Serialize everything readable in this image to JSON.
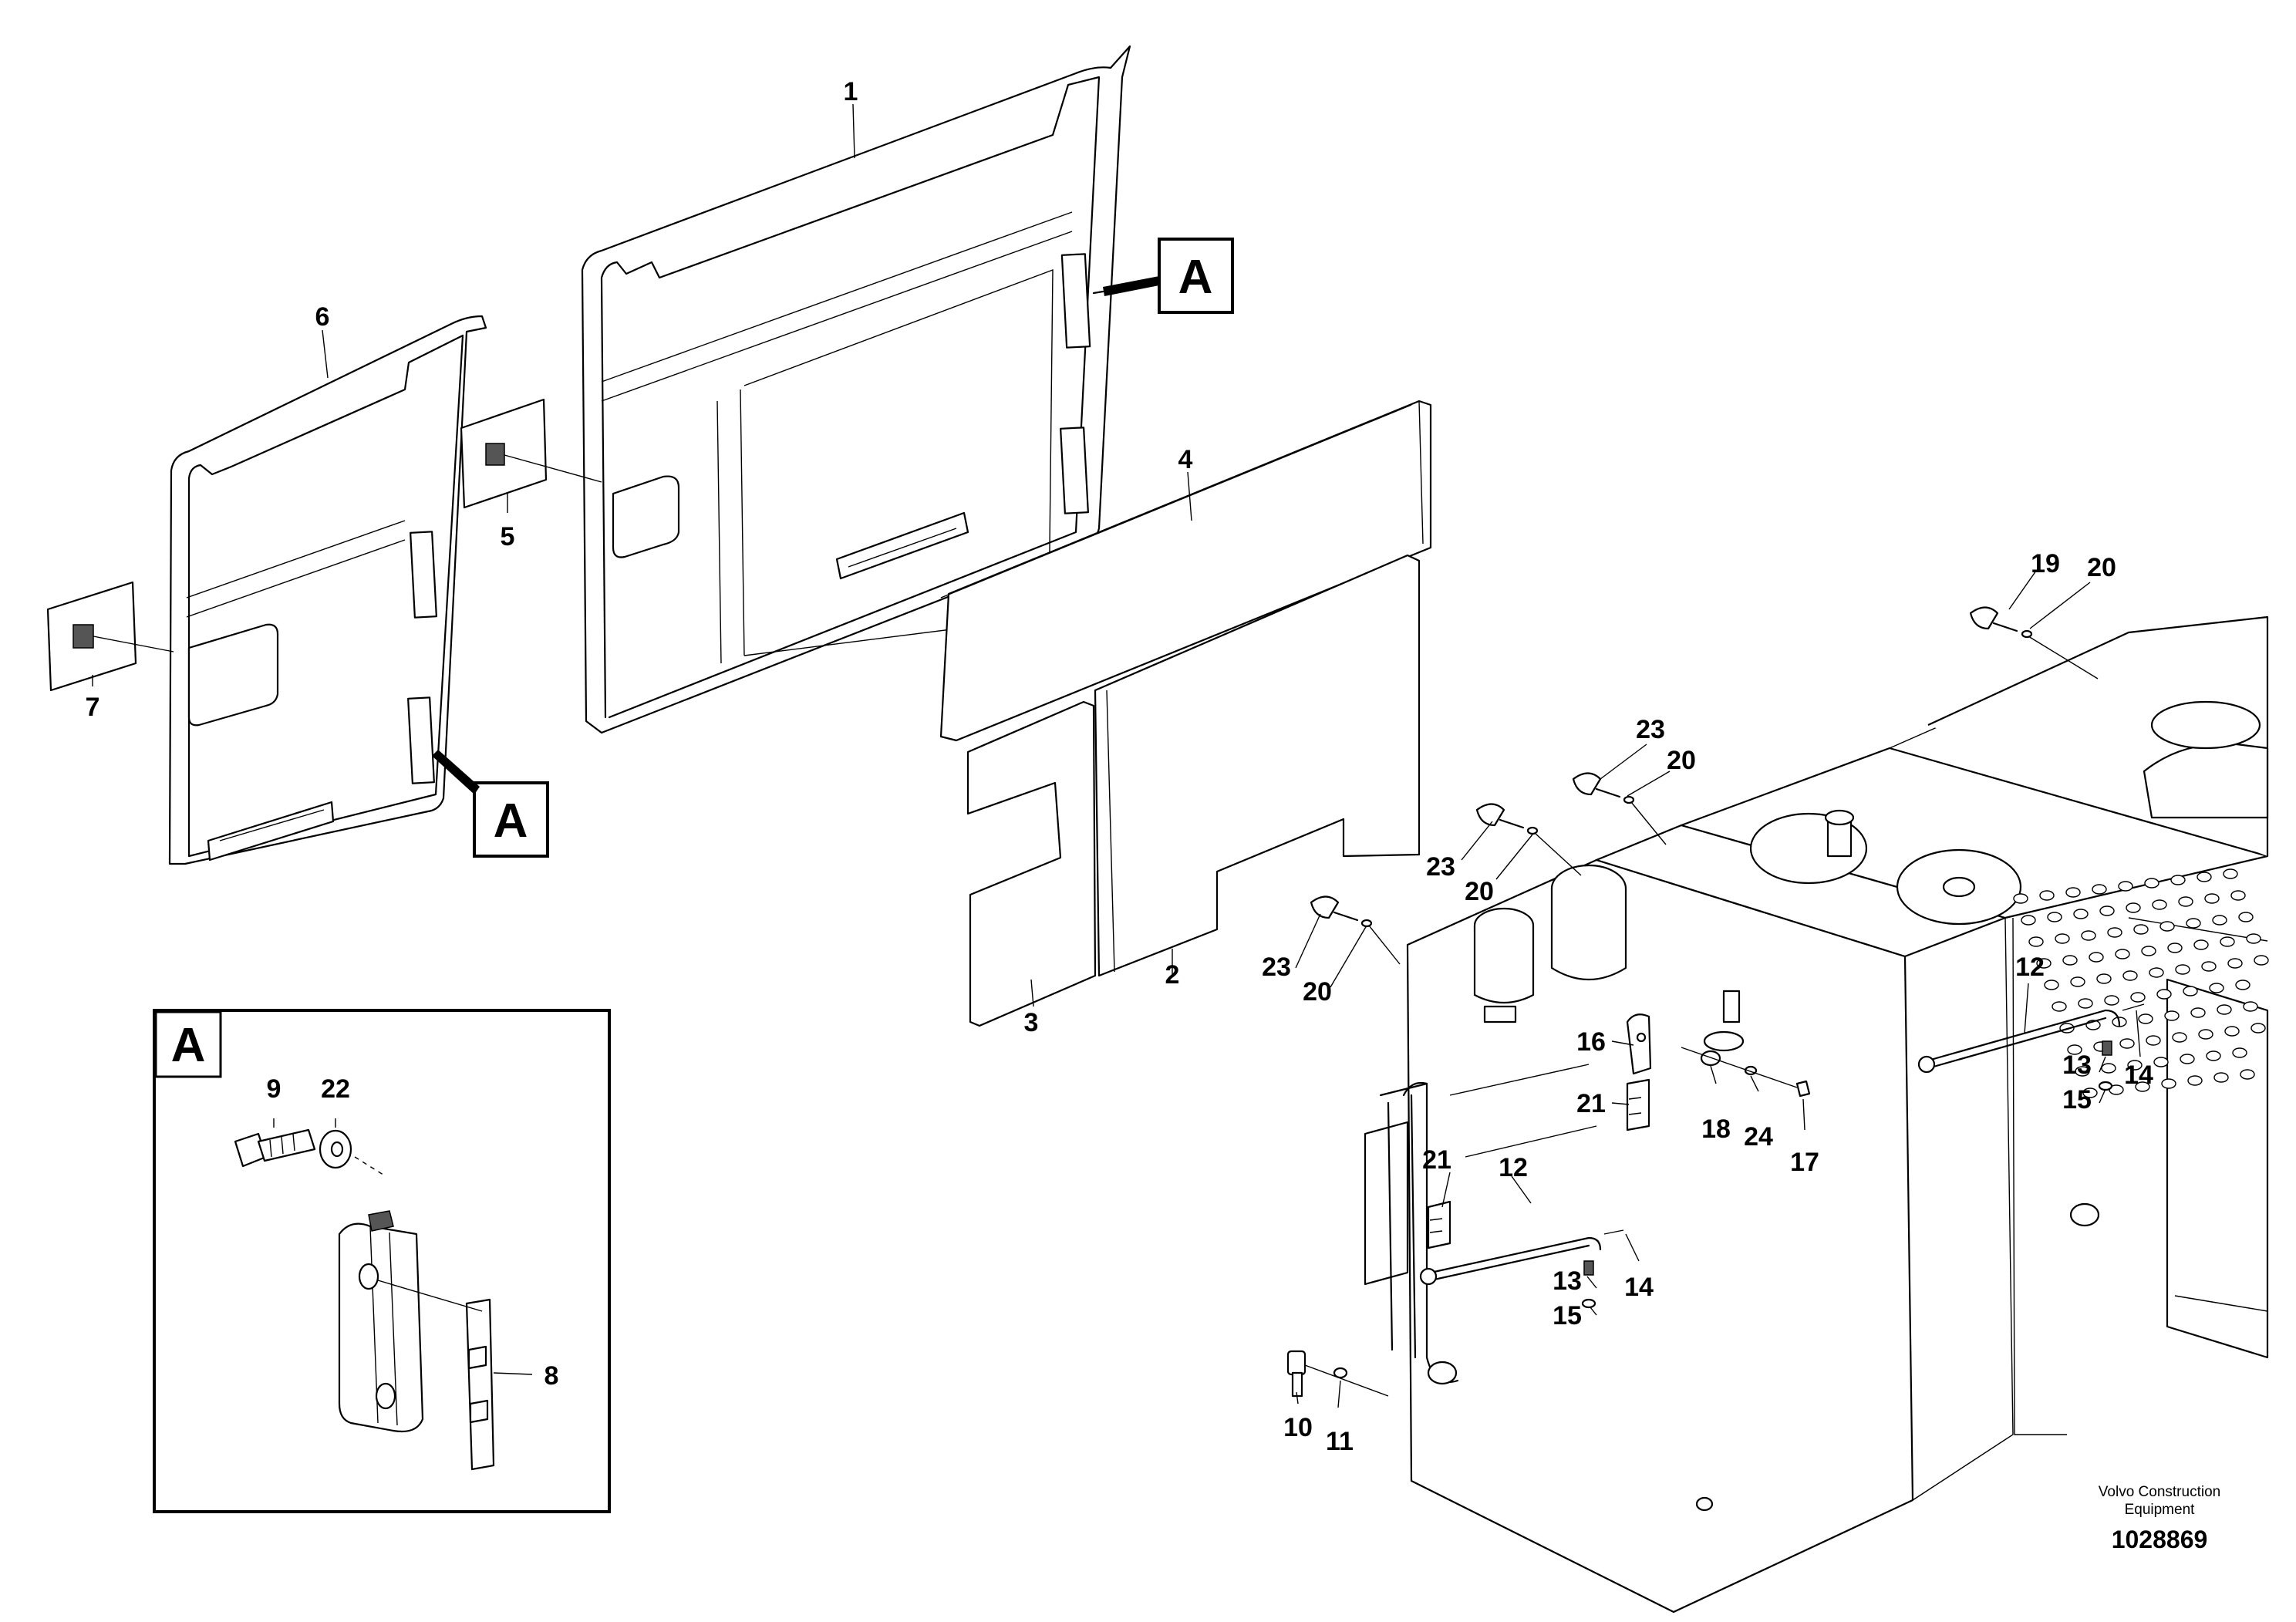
{
  "diagram": {
    "callouts": [
      {
        "id": "c1",
        "text": "1"
      },
      {
        "id": "c2",
        "text": "2"
      },
      {
        "id": "c3",
        "text": "3"
      },
      {
        "id": "c4",
        "text": "4"
      },
      {
        "id": "c5",
        "text": "5"
      },
      {
        "id": "c6",
        "text": "6"
      },
      {
        "id": "c7",
        "text": "7"
      },
      {
        "id": "c8",
        "text": "8"
      },
      {
        "id": "c9",
        "text": "9"
      },
      {
        "id": "c22",
        "text": "22"
      },
      {
        "id": "c10",
        "text": "10"
      },
      {
        "id": "c11",
        "text": "11"
      },
      {
        "id": "c12a",
        "text": "12"
      },
      {
        "id": "c12b",
        "text": "12"
      },
      {
        "id": "c13a",
        "text": "13"
      },
      {
        "id": "c13b",
        "text": "13"
      },
      {
        "id": "c14a",
        "text": "14"
      },
      {
        "id": "c14b",
        "text": "14"
      },
      {
        "id": "c15a",
        "text": "15"
      },
      {
        "id": "c15b",
        "text": "15"
      },
      {
        "id": "c16",
        "text": "16"
      },
      {
        "id": "c17",
        "text": "17"
      },
      {
        "id": "c18",
        "text": "18"
      },
      {
        "id": "c19",
        "text": "19"
      },
      {
        "id": "c20a",
        "text": "20"
      },
      {
        "id": "c20b",
        "text": "20"
      },
      {
        "id": "c20c",
        "text": "20"
      },
      {
        "id": "c20d",
        "text": "20"
      },
      {
        "id": "c21a",
        "text": "21"
      },
      {
        "id": "c21b",
        "text": "21"
      },
      {
        "id": "c23a",
        "text": "23"
      },
      {
        "id": "c23b",
        "text": "23"
      },
      {
        "id": "c23c",
        "text": "23"
      },
      {
        "id": "c24",
        "text": "24"
      }
    ],
    "detail_markers": {
      "marker_upper": "A",
      "marker_lower": "A",
      "detail_box_label": "A"
    },
    "credit_line1": "Volvo Construction",
    "credit_line2": "Equipment",
    "document_number": "1028869"
  }
}
